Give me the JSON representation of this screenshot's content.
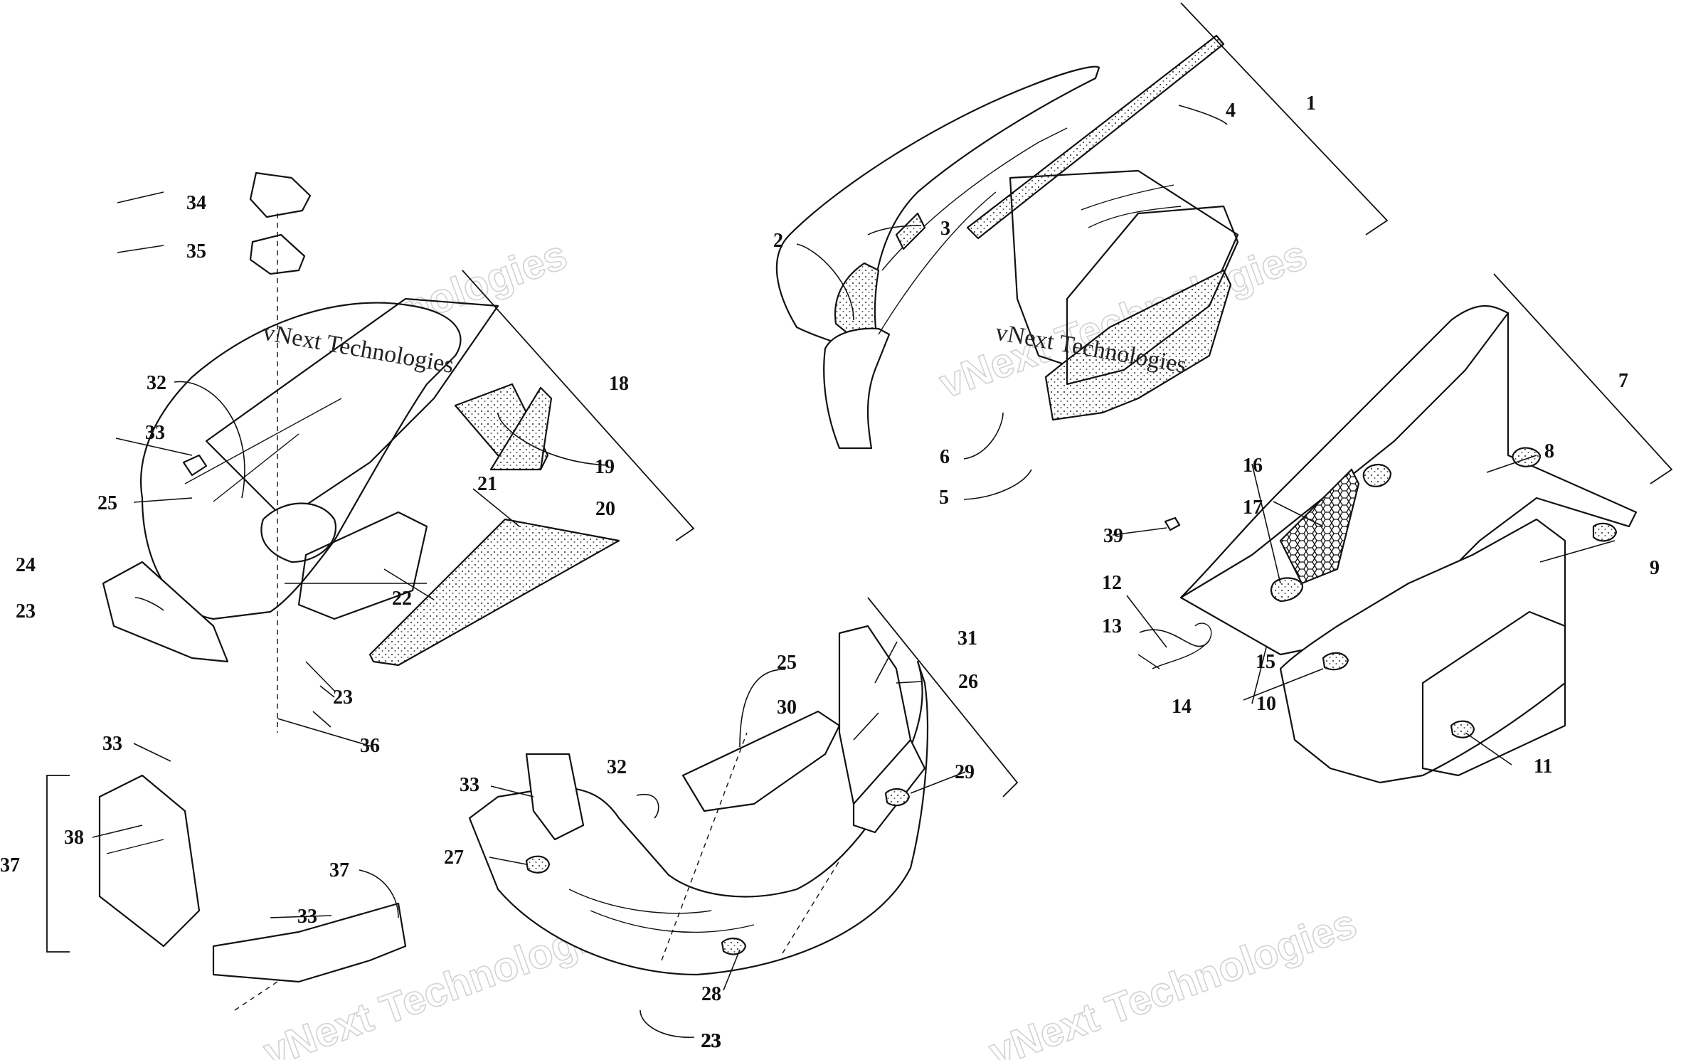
{
  "diagram": {
    "watermarks": [
      {
        "id": "wm-left",
        "text": "vNext Technologies"
      },
      {
        "id": "wm-right",
        "text": "vNext Technologies"
      }
    ],
    "callouts": [
      "1",
      "2",
      "3",
      "4",
      "5",
      "6",
      "7",
      "8",
      "9",
      "10",
      "11",
      "12",
      "13",
      "14",
      "15",
      "16",
      "17",
      "39",
      "18",
      "19",
      "20",
      "21",
      "22",
      "23",
      "23",
      "23",
      "24",
      "25",
      "32",
      "33",
      "34",
      "35",
      "36",
      "25",
      "26",
      "27",
      "28",
      "29",
      "30",
      "31",
      "32",
      "33",
      "23",
      "33",
      "33",
      "37",
      "37",
      "38"
    ]
  }
}
